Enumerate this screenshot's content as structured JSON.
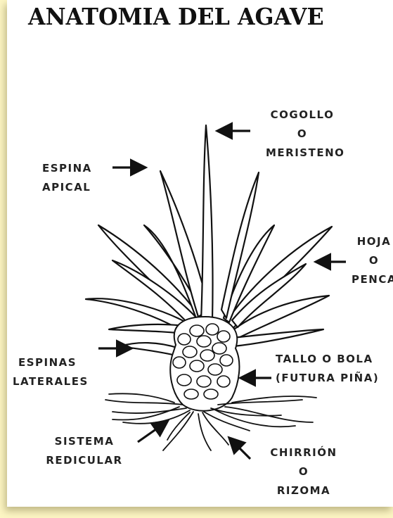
{
  "title": "ANATOMIA DEL AGAVE",
  "labels": {
    "cogollo": [
      "COGOLLO",
      "O",
      "MERISTENO"
    ],
    "espina_apical": [
      "ESPINA",
      "APICAL"
    ],
    "hoja": [
      "HOJA",
      "O",
      "PENCA"
    ],
    "espinas_laterales": [
      "ESPINAS",
      "LATERALES"
    ],
    "tallo": [
      "TALLO O BOLA",
      "(FUTURA PIÑA)"
    ],
    "sistema": [
      "SISTEMA",
      "REDICULAR"
    ],
    "chirrion": [
      "CHIRRIÓN",
      "O",
      "RIZOMA"
    ]
  }
}
